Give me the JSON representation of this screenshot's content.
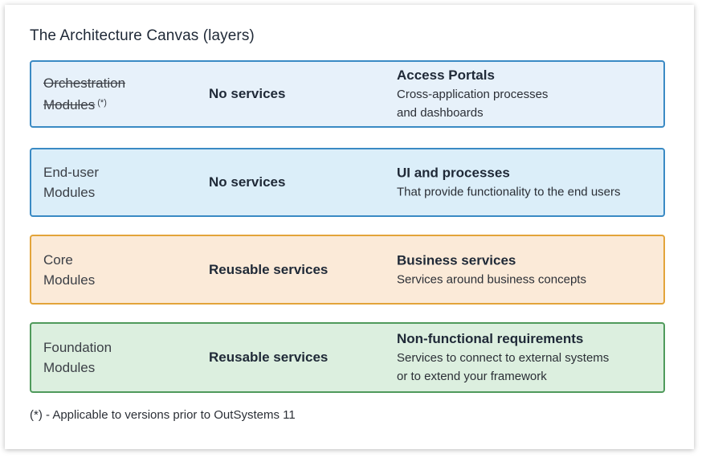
{
  "title": "The Architecture Canvas (layers)",
  "colors": {
    "blue_border": "#3a8ac4",
    "blue_fill_light": "#e7f1fa",
    "blue_fill": "#dbeef9",
    "orange_border": "#e3a43a",
    "orange_fill": "#fbead8",
    "green_border": "#4f9a5b",
    "green_fill": "#dcefdf"
  },
  "layers": [
    {
      "name_line1": "Orchestration",
      "name_line2": "Modules",
      "name_mark": "(*)",
      "services": "No services",
      "desc_title": "Access Portals",
      "desc_line1": "Cross-application processes",
      "desc_line2": "and dashboards"
    },
    {
      "name_line1": "End-user",
      "name_line2": "Modules",
      "services": "No services",
      "desc_title": "UI and processes",
      "desc_line1": "That provide functionality to the end users"
    },
    {
      "name_line1": "Core",
      "name_line2": "Modules",
      "services": "Reusable services",
      "desc_title": "Business services",
      "desc_line1": "Services around business concepts"
    },
    {
      "name_line1": "Foundation",
      "name_line2": "Modules",
      "services": "Reusable services",
      "desc_title": "Non-functional requirements",
      "desc_line1": "Services to connect to external systems",
      "desc_line2": "or to extend your framework"
    }
  ],
  "footnote": "(*) - Applicable to versions prior to OutSystems 11"
}
